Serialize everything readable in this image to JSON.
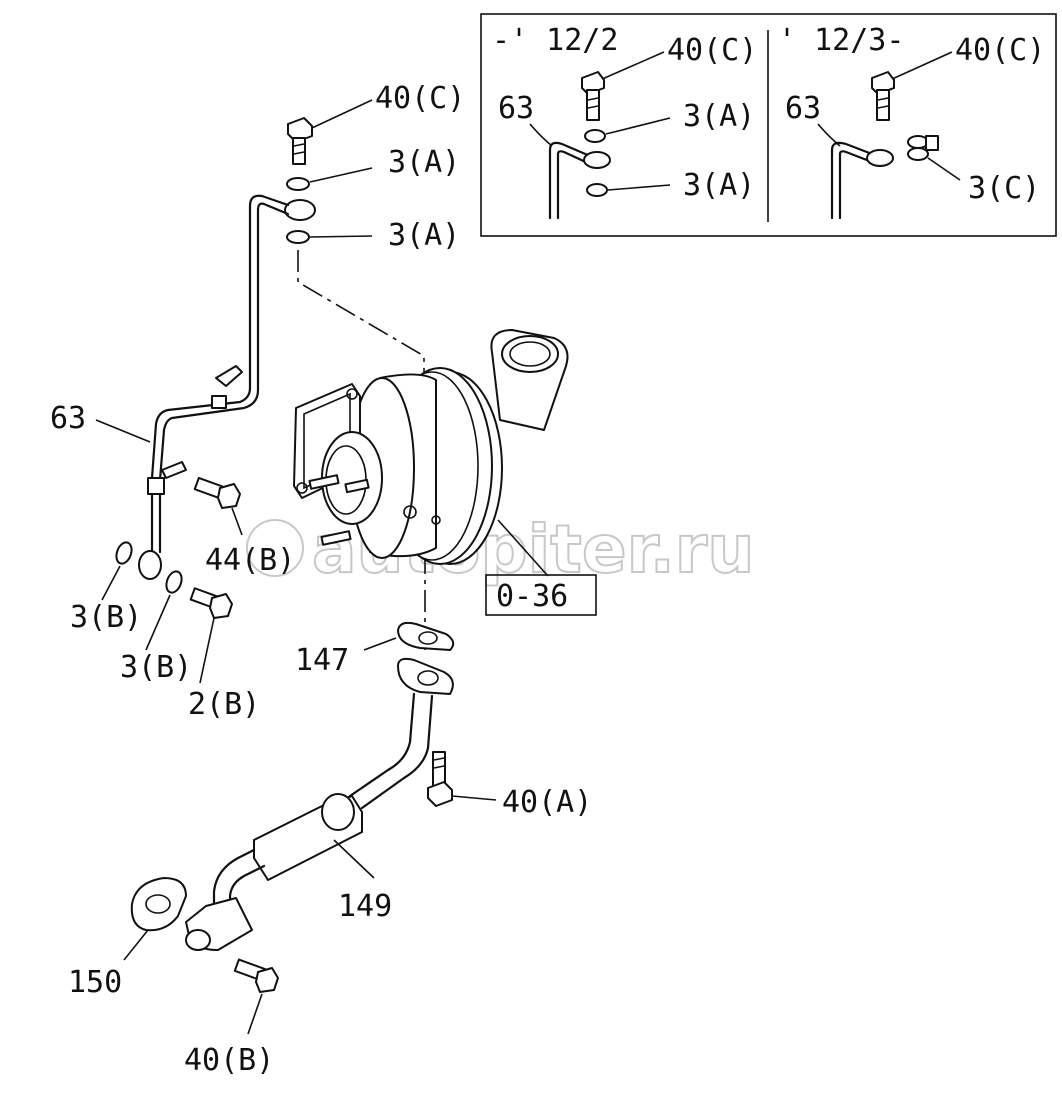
{
  "inset": {
    "left_label": "-' 12/2",
    "right_label": "' 12/3-",
    "left_parts": [
      "40(C)",
      "63",
      "3(A)",
      "3(A)"
    ],
    "right_parts": [
      "40(C)",
      "63",
      "3(C)"
    ]
  },
  "labels": {
    "p40c": "40(C)",
    "p3a_top": "3(A)",
    "p3a_bottom": "3(A)",
    "p63": "63",
    "p44b": "44(B)",
    "p3b_1": "3(B)",
    "p3b_2": "3(B)",
    "p2b": "2(B)",
    "p147": "147",
    "p40a": "40(A)",
    "p149": "149",
    "p150": "150",
    "p40b": "40(B)",
    "ref": "0-36"
  },
  "watermark": "autopiter.ru"
}
